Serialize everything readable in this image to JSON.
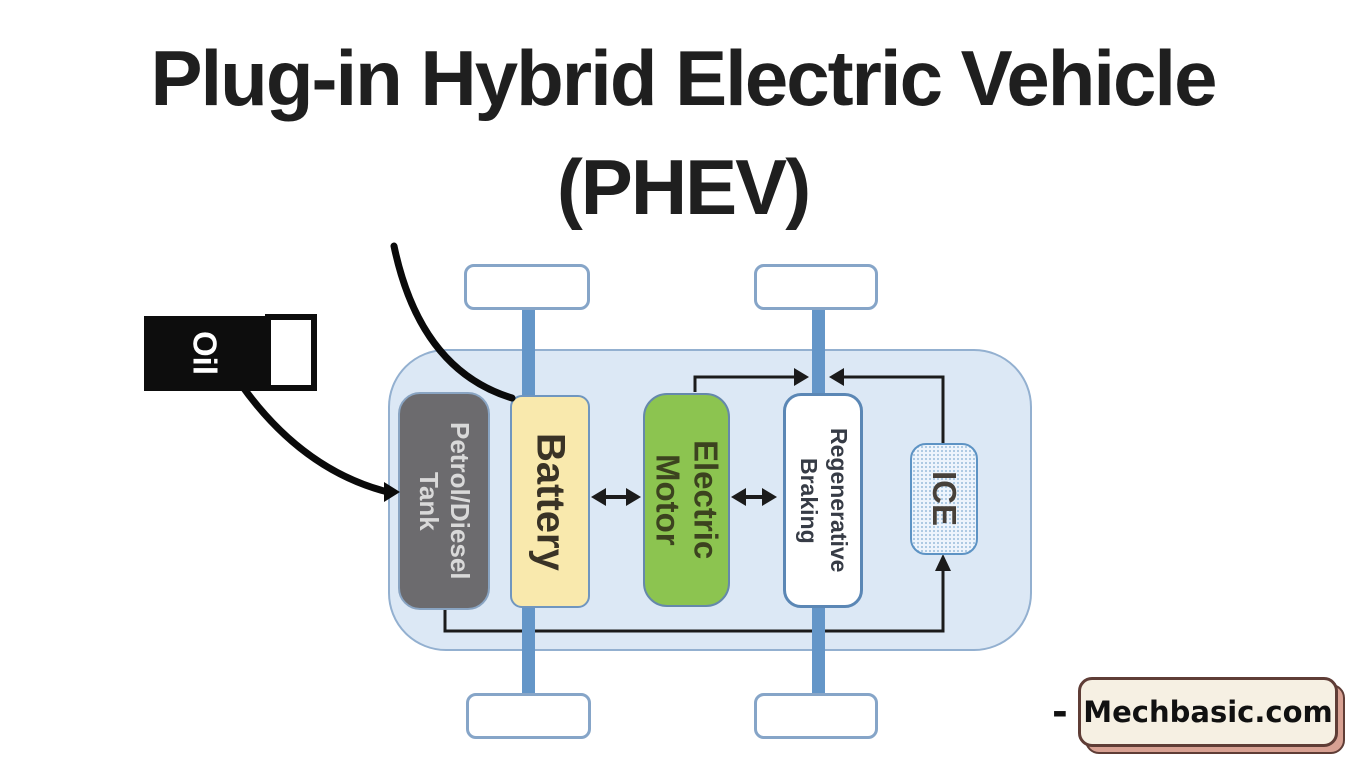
{
  "title": {
    "line1": "Plug-in Hybrid Electric Vehicle",
    "line2": "(PHEV)"
  },
  "diagram": {
    "fuel_pump": {
      "label": "Oil",
      "fill": "#0d0d0d",
      "text_color": "#ffffff"
    },
    "fuel_tank": {
      "line1": "Petrol/Diesel",
      "line2": "Tank",
      "fill": "#6c6b6e",
      "text_color": "#d9d9d9"
    },
    "battery": {
      "label": "Battery",
      "fill": "#f9e9ad",
      "text_color": "#3a3326"
    },
    "electric_motor": {
      "line1": "Electric",
      "line2": "Motor",
      "fill": "#8cc450",
      "text_color": "#3c431f"
    },
    "regenerative_braking": {
      "line1": "Regenerative",
      "line2": "Braking",
      "fill": "#ffffff",
      "text_color": "#373c46"
    },
    "ice": {
      "label": "ICE",
      "fill": "#edf4fc",
      "dot_color": "#a9c7e1",
      "text_color": "#474039"
    },
    "car_body": {
      "fill": "#dce8f5",
      "border": "#93b0d0"
    },
    "wheel": {
      "fill": "#ffffff",
      "border": "#86a5c8"
    },
    "axle_color": "#6496c8",
    "connector_color": "#1b1b1b",
    "cable_color": "#0a0a0a"
  },
  "watermark": {
    "dash": "-",
    "text": "Mechbasic.com",
    "card_fill": "#f6f0e3",
    "card_border": "#5f3d36",
    "shadow_fill": "#d8a193"
  }
}
